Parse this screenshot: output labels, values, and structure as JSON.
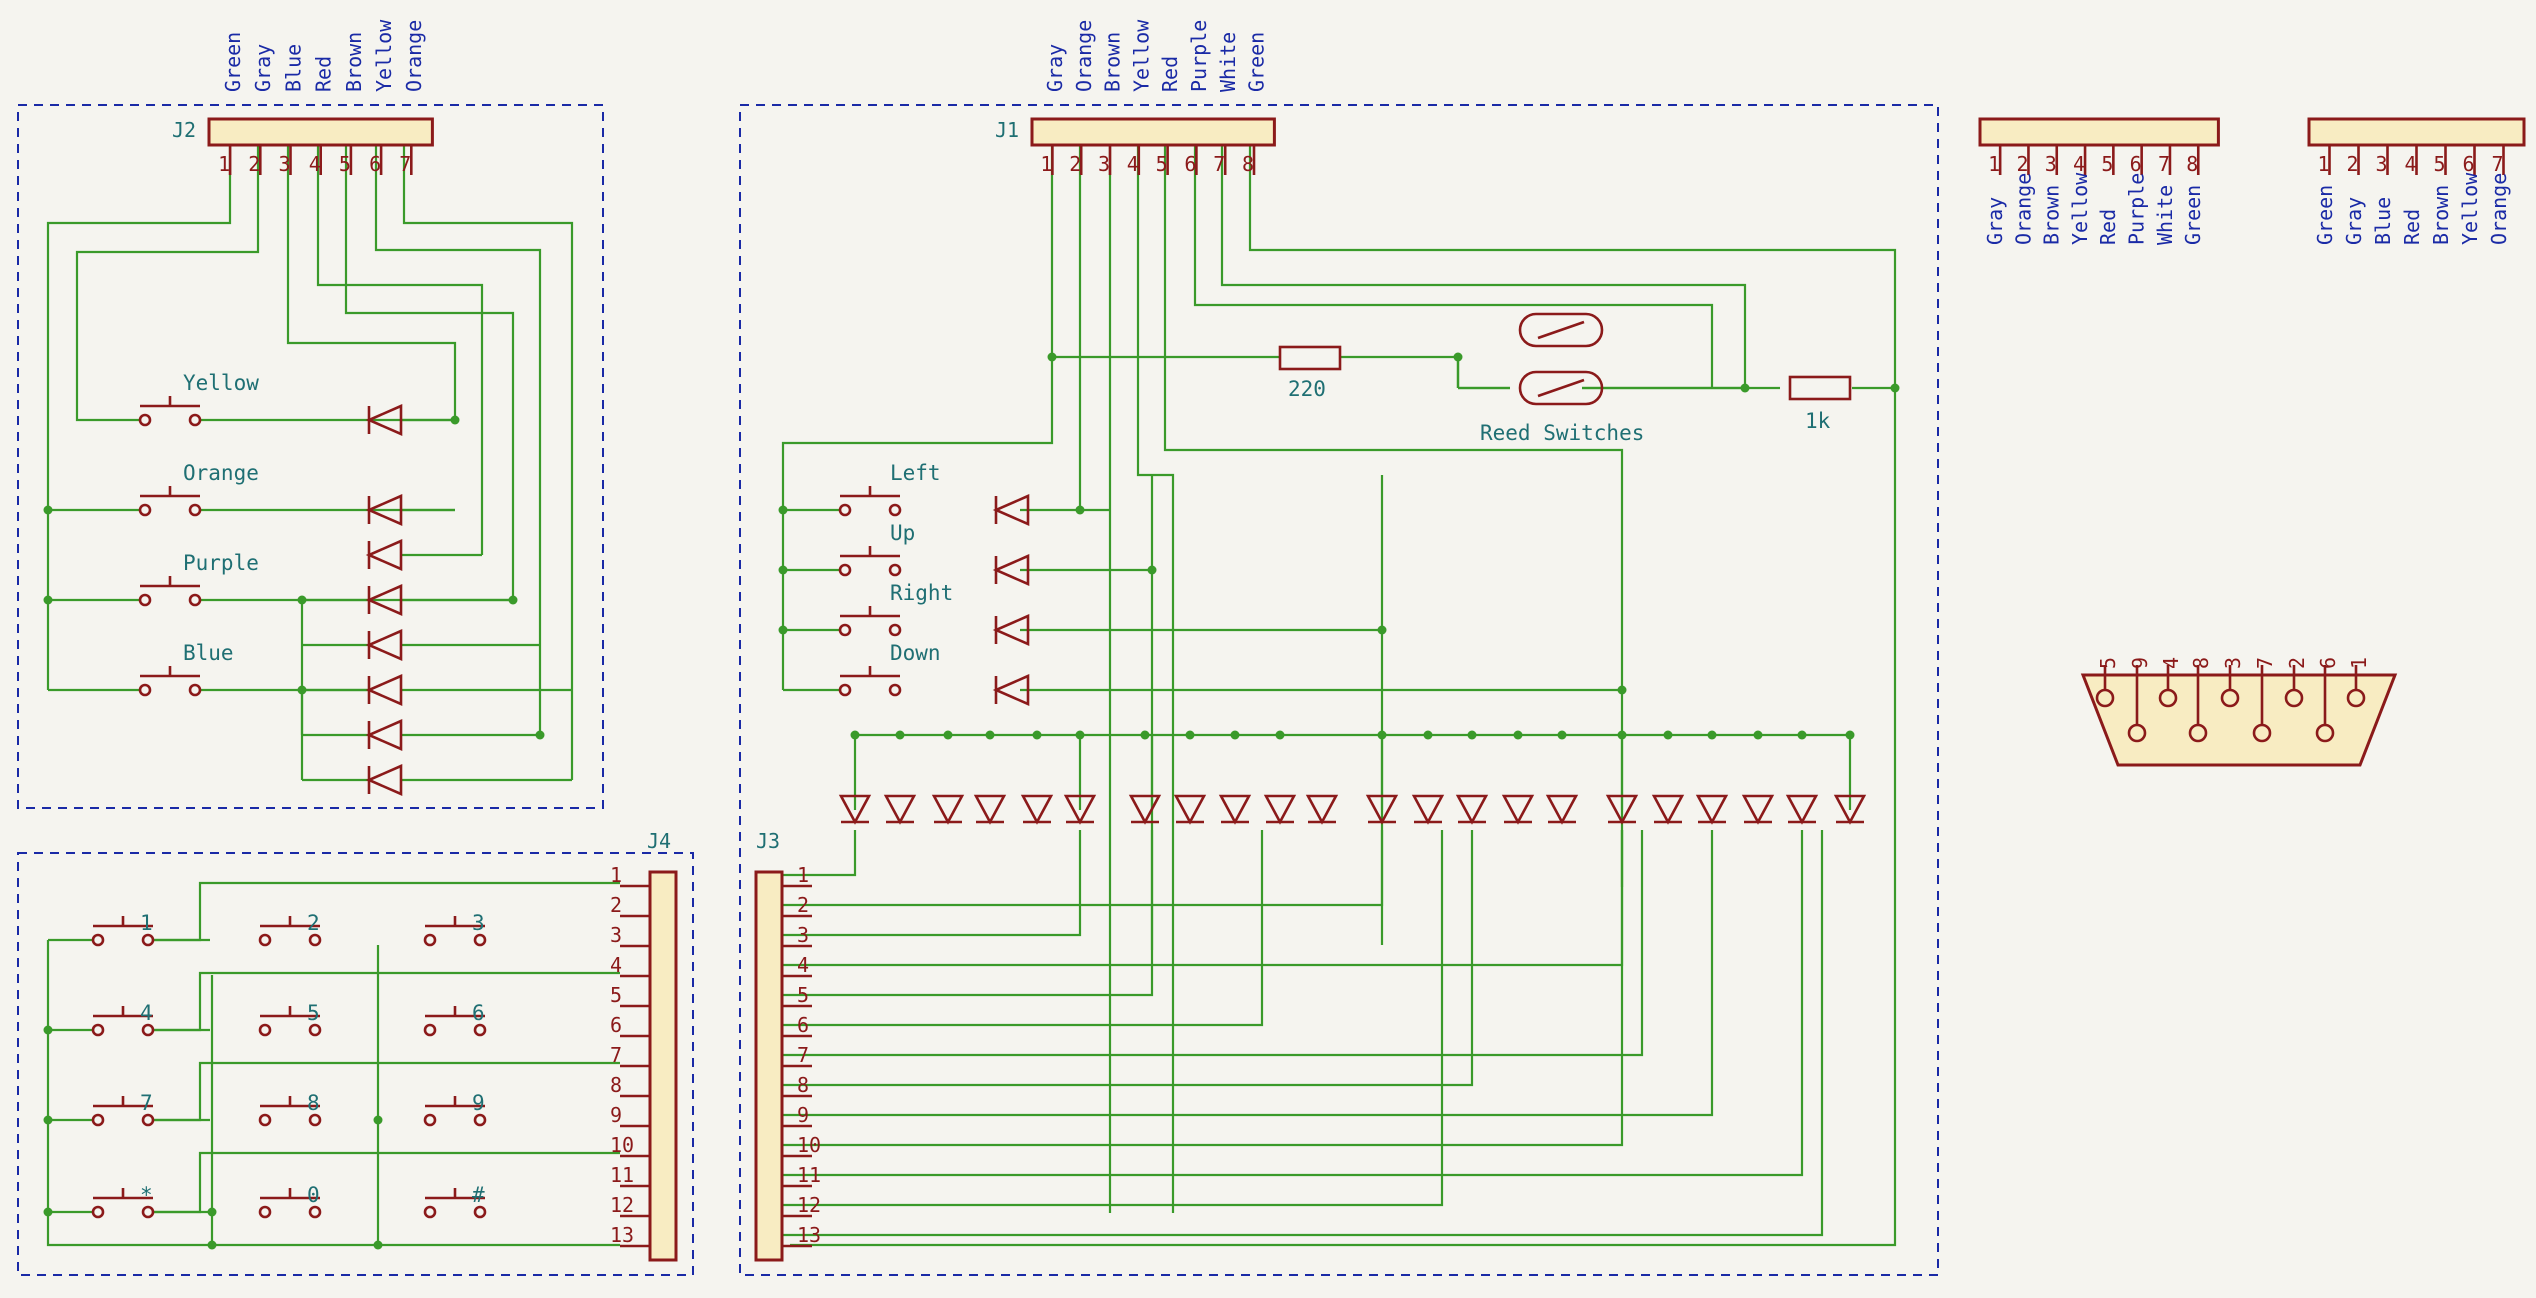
{
  "connectors": {
    "j2": {
      "ref": "J2",
      "pins": [
        "1",
        "2",
        "3",
        "4",
        "5",
        "6",
        "7"
      ],
      "colors": [
        "Green",
        "Gray",
        "Blue",
        "Red",
        "Brown",
        "Yellow",
        "Orange"
      ]
    },
    "j1": {
      "ref": "J1",
      "pins": [
        "1",
        "2",
        "3",
        "4",
        "5",
        "6",
        "7",
        "8"
      ],
      "colors": [
        "Gray",
        "Orange",
        "Brown",
        "Yellow",
        "Red",
        "Purple",
        "White",
        "Green"
      ]
    },
    "ca": {
      "pins": [
        "1",
        "2",
        "3",
        "4",
        "5",
        "6",
        "7",
        "8"
      ],
      "colors": [
        "Gray",
        "Orange",
        "Brown",
        "Yellow",
        "Red",
        "Purple",
        "White",
        "Green"
      ]
    },
    "cb": {
      "pins": [
        "1",
        "2",
        "3",
        "4",
        "5",
        "6",
        "7"
      ],
      "colors": [
        "Green",
        "Gray",
        "Blue",
        "Red",
        "Brown",
        "Yellow",
        "Orange"
      ]
    },
    "j3": {
      "ref": "J3",
      "pins": [
        "1",
        "2",
        "3",
        "4",
        "5",
        "6",
        "7",
        "8",
        "9",
        "10",
        "11",
        "12",
        "13"
      ]
    },
    "j4": {
      "ref": "J4",
      "pins": [
        "1",
        "2",
        "3",
        "4",
        "5",
        "6",
        "7",
        "8",
        "9",
        "10",
        "11",
        "12",
        "13"
      ]
    },
    "db9": {
      "pins": [
        "5",
        "9",
        "4",
        "8",
        "3",
        "7",
        "2",
        "6",
        "1"
      ]
    }
  },
  "buttons": {
    "colors": [
      "Yellow",
      "Orange",
      "Purple",
      "Blue"
    ],
    "dirs": [
      "Left",
      "Up",
      "Right",
      "Down"
    ],
    "keypad": [
      "1",
      "2",
      "3",
      "4",
      "5",
      "6",
      "7",
      "8",
      "9",
      "*",
      "0",
      "#"
    ]
  },
  "parts": {
    "r1": "220",
    "r2": "1k",
    "reed": "Reed Switches"
  },
  "colors": {
    "wire": "#3a9a2a",
    "symbol": "#8b1a1a",
    "body": "#f8ecc2",
    "sheet_border": "#1a2aa6",
    "label": "#1f6f73",
    "net": "#1a2aa6"
  }
}
